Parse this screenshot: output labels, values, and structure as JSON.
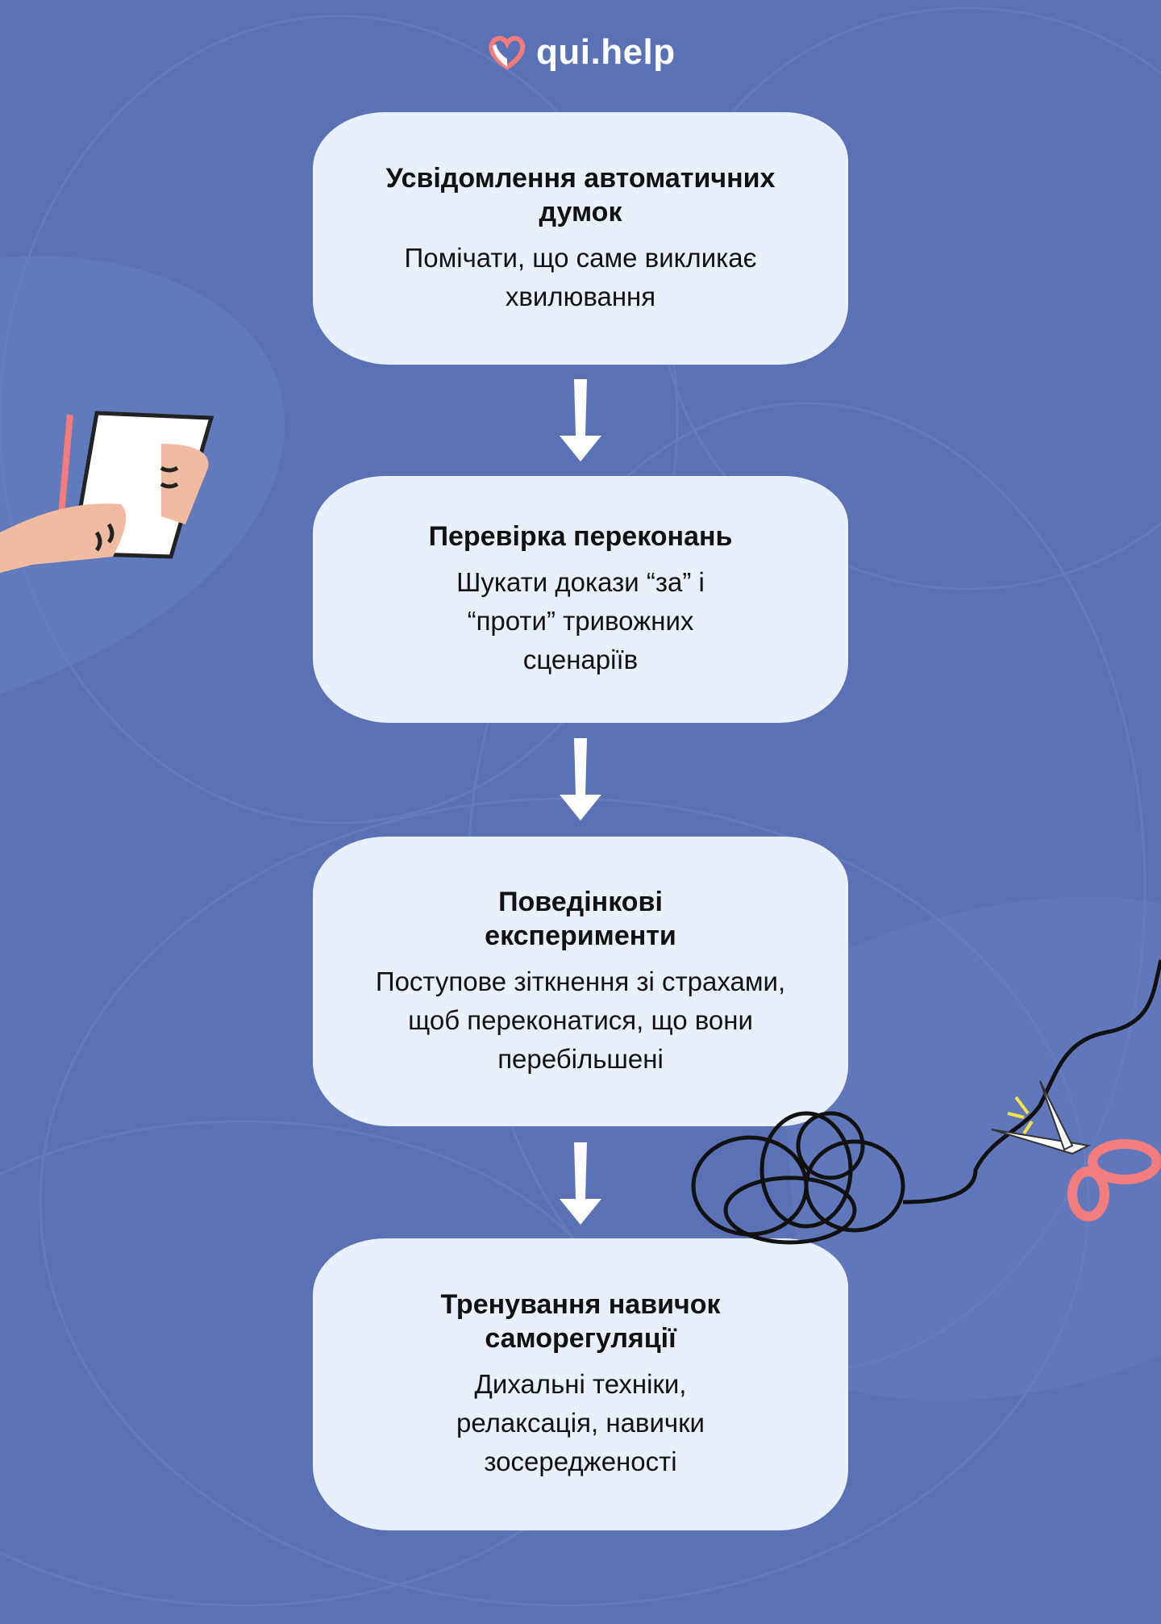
{
  "brand": {
    "name": "qui.help",
    "icon": "heart-hand-icon",
    "accent": "#f47c7c"
  },
  "colors": {
    "background": "#5a71b5",
    "card": "#e8f0fd"
  },
  "steps": [
    {
      "title": "Усвідомлення автоматичних думок",
      "body": "Помічати, що саме викликає хвилювання"
    },
    {
      "title": "Перевірка переконань",
      "body": "Шукати докази “за” і “проти” тривожних сценаріїв"
    },
    {
      "title": "Поведінкові експерименти",
      "body": "Поступове зіткнення зі страхами, щоб переконатися, що вони перебільшені"
    },
    {
      "title": "Тренування навичок саморегуляції",
      "body": "Дихальні техніки, релаксація, навички зосередженості"
    }
  ]
}
